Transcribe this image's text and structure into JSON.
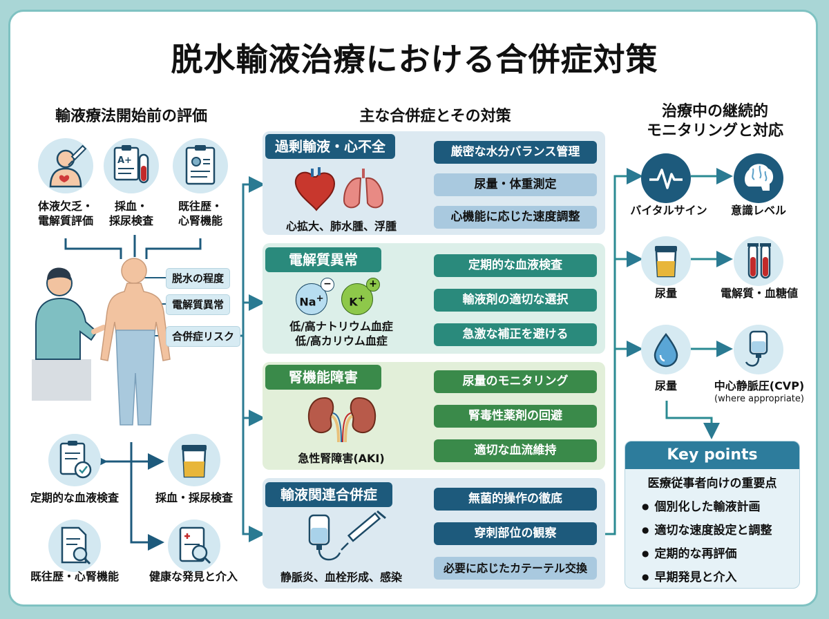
{
  "title": "脱水輸液治療における合併症対策",
  "left": {
    "heading": "輸液療法開始前の評価",
    "top_items": [
      {
        "icon": "body-syringe-icon",
        "label1": "体液欠乏・",
        "label2": "電解質評価"
      },
      {
        "icon": "blood-test-clipboard-icon",
        "label1": "採血・",
        "label2": "採尿検査"
      },
      {
        "icon": "medical-record-icon",
        "label1": "既往歴・",
        "label2": "心腎機能"
      }
    ],
    "tags": [
      "脱水の程度",
      "電解質異常",
      "合併症リスク"
    ],
    "bottom_items": [
      {
        "icon": "clipboard-check-icon",
        "label": "定期的な血液検査"
      },
      {
        "icon": "urine-cup-icon",
        "label": "採血・採尿検査"
      },
      {
        "icon": "document-magnifier-icon",
        "label": "既往歴・心腎機能"
      },
      {
        "icon": "record-search-icon",
        "label": "健康な発見と介入"
      }
    ]
  },
  "middle": {
    "heading": "主な合併症とその対策",
    "panels": [
      {
        "title": "過剰輸液・心不全",
        "caption": "心拡大、肺水腫、浮腫",
        "theme": "blue",
        "actions": [
          "厳密な水分バランス管理",
          "尿量・体重測定",
          "心機能に応じた速度調整"
        ]
      },
      {
        "title": "電解質異常",
        "caption": "低/高ナトリウム血症\n低/高カリウム血症",
        "theme": "teal",
        "na": "Na",
        "k": "K",
        "actions": [
          "定期的な血液検査",
          "輸液剤の適切な選択",
          "急激な補正を避ける"
        ]
      },
      {
        "title": "腎機能障害",
        "caption": "急性腎障害(AKI)",
        "theme": "green",
        "actions": [
          "尿量のモニタリング",
          "腎毒性薬剤の回避",
          "適切な血流維持"
        ]
      },
      {
        "title": "輸液関連合併症",
        "caption": "静脈炎、血栓形成、感染",
        "theme": "blue",
        "actions": [
          "無菌的操作の徹底",
          "穿刺部位の観察",
          "必要に応じたカテーテル交換"
        ]
      }
    ]
  },
  "right": {
    "heading1": "治療中の継続的",
    "heading2": "モニタリングと対応",
    "items": [
      {
        "icon": "heartbeat-icon",
        "label": "バイタルサイン"
      },
      {
        "icon": "brain-icon",
        "label": "意識レベル"
      },
      {
        "icon": "urine-cup-icon",
        "label": "尿量"
      },
      {
        "icon": "test-tubes-icon",
        "label": "電解質・血糖値"
      },
      {
        "icon": "water-drop-icon",
        "label": "尿量"
      },
      {
        "icon": "iv-bag-icon",
        "label": "中心静脈圧(CVP)",
        "note": "(where appropriate)"
      }
    ],
    "key_points": {
      "header": "Key points",
      "subtitle": "医療従事者向けの重要点",
      "items": [
        "個別化した輸液計画",
        "適切な速度設定と調整",
        "定期的な再評価",
        "早期発見と介入"
      ]
    }
  },
  "colors": {
    "navy": "#1d5a7c",
    "teal": "#2a8a7c",
    "green": "#3a8a4a",
    "accent": "#2d7c9c",
    "arrow": "#2a8a92"
  }
}
